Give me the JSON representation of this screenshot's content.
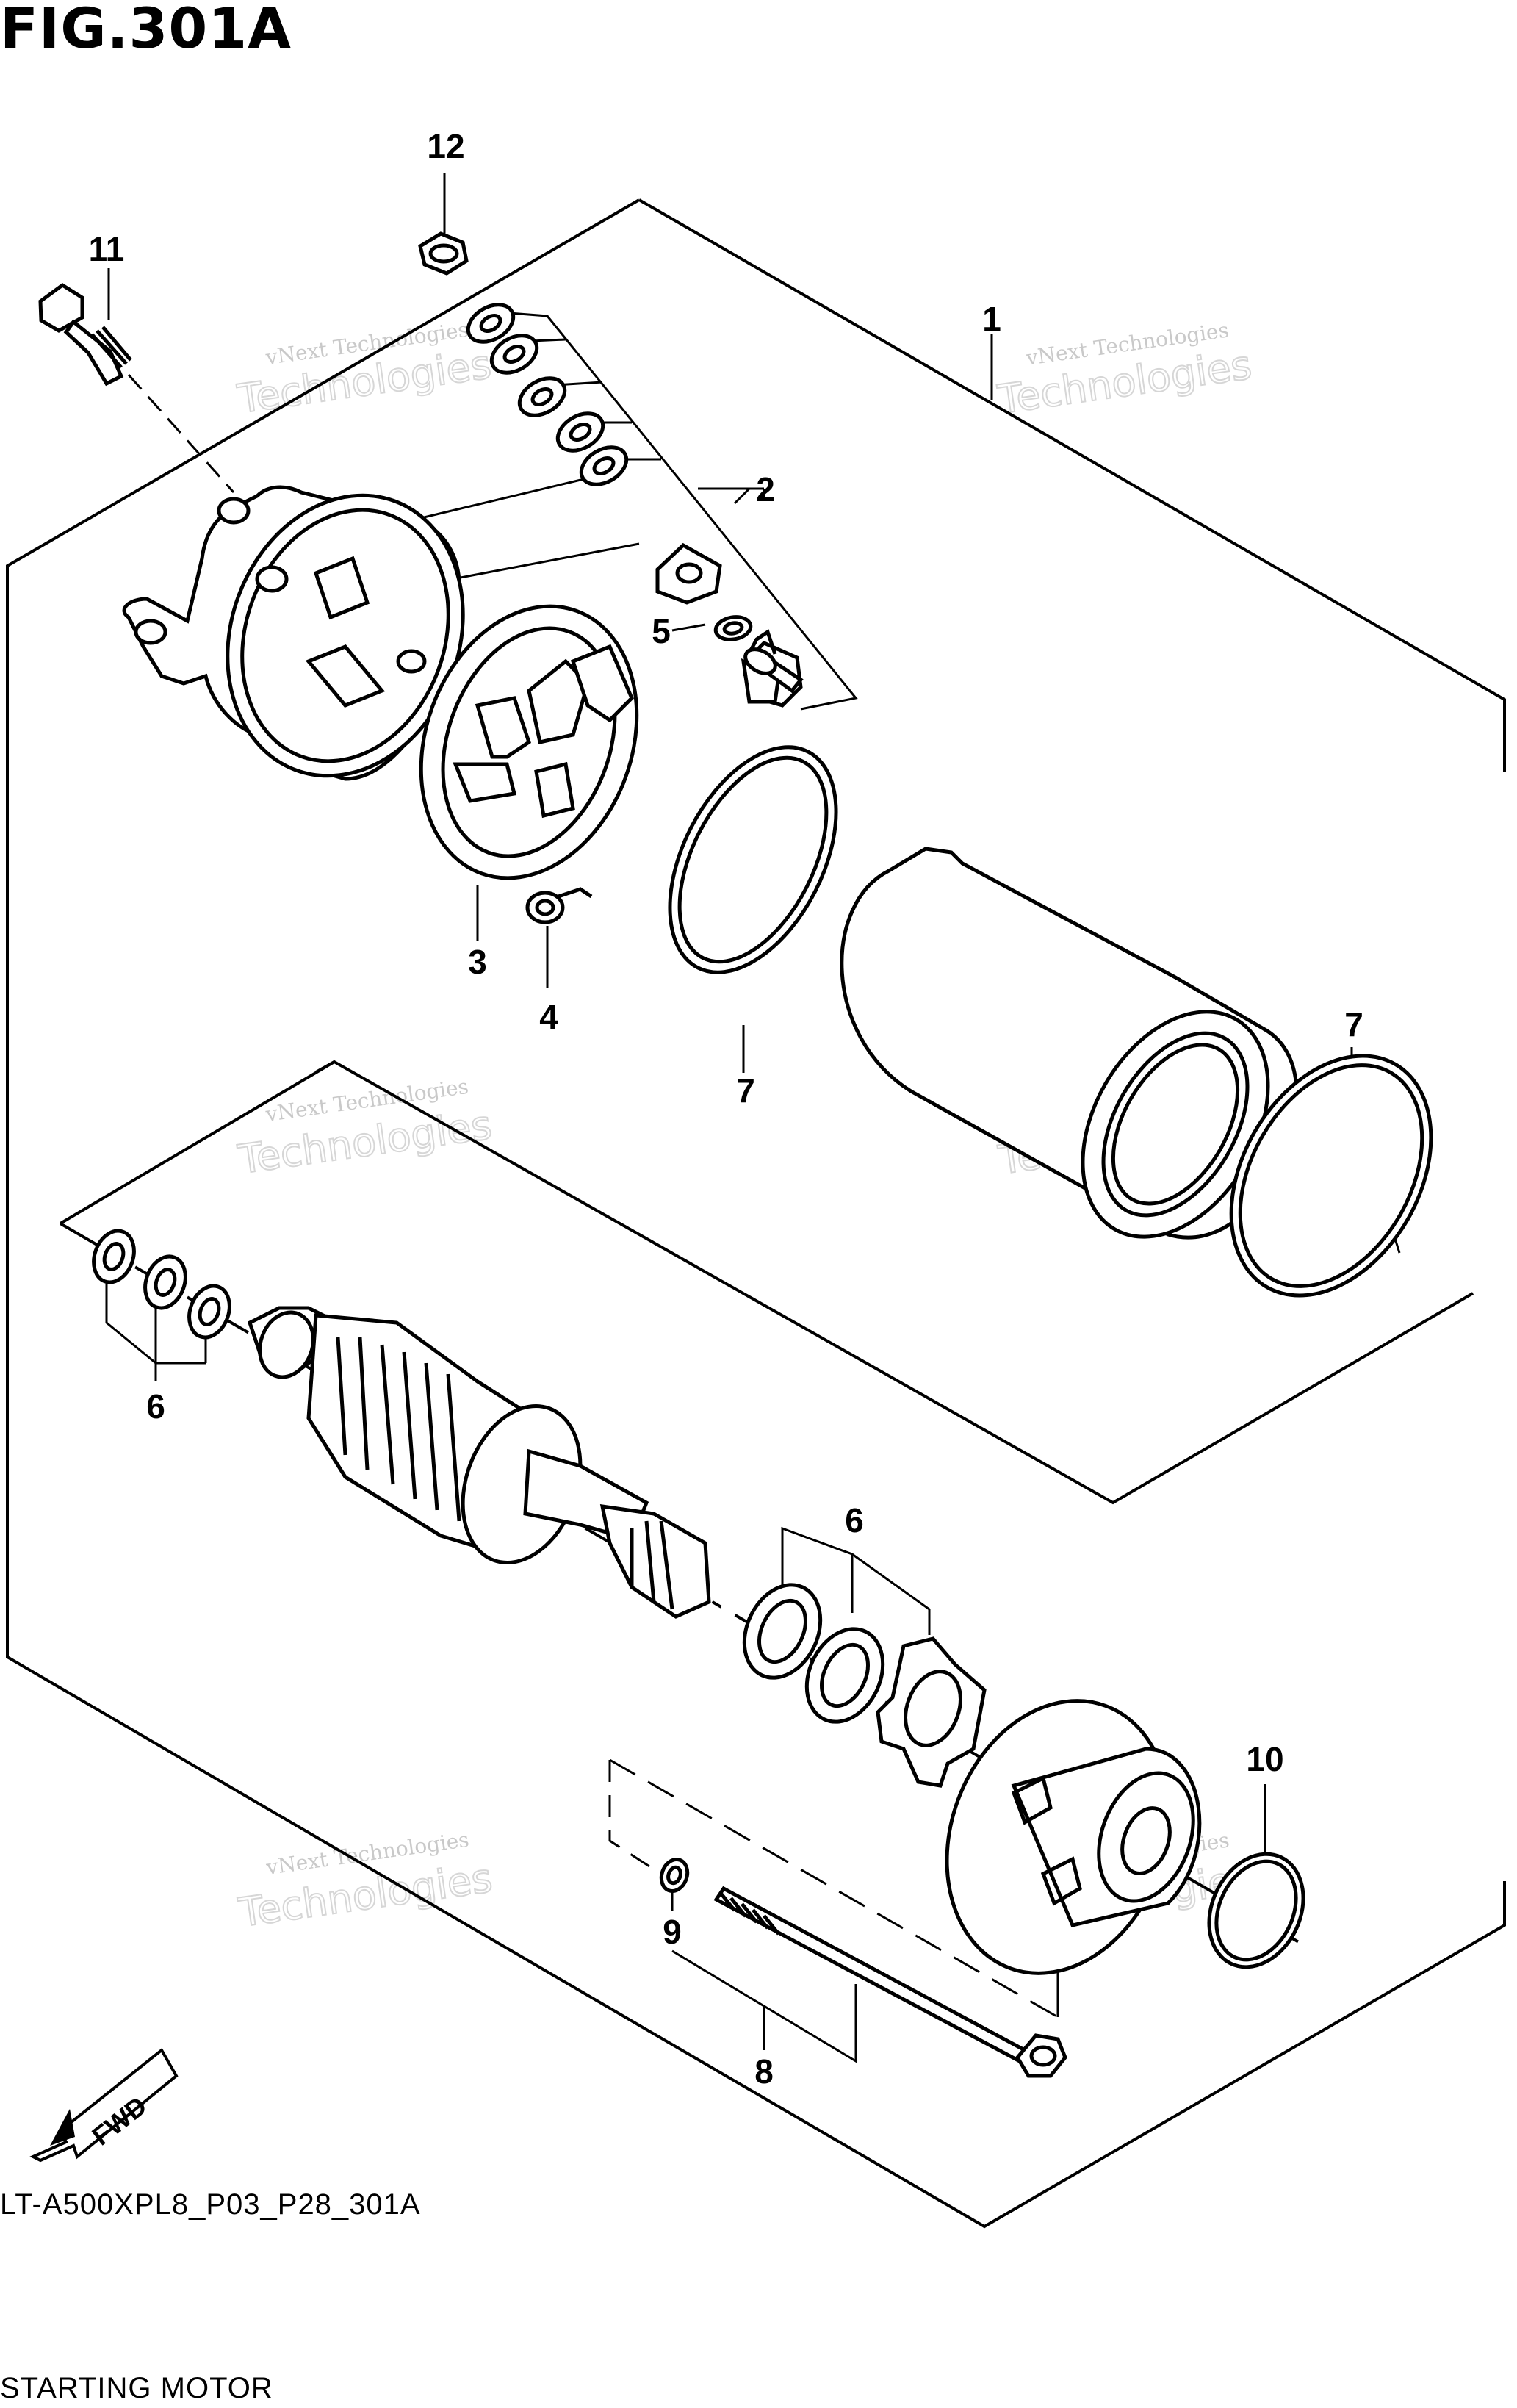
{
  "figure": {
    "title": "FIG.301A",
    "code": "LT-A500XPL8_P03_P28_301A",
    "name": "STARTING MOTOR"
  },
  "callouts": {
    "c1": "1",
    "c2": "2",
    "c3": "3",
    "c4": "4",
    "c5": "5",
    "c6a": "6",
    "c6b": "6",
    "c7a": "7",
    "c7b": "7",
    "c8": "8",
    "c9": "9",
    "c10": "10",
    "c11": "11",
    "c12": "12"
  },
  "direction_marker": {
    "label": "FWD"
  },
  "watermark": {
    "line1": "vNext Technologies",
    "line2": "vNext",
    "line3": "Technologies"
  }
}
